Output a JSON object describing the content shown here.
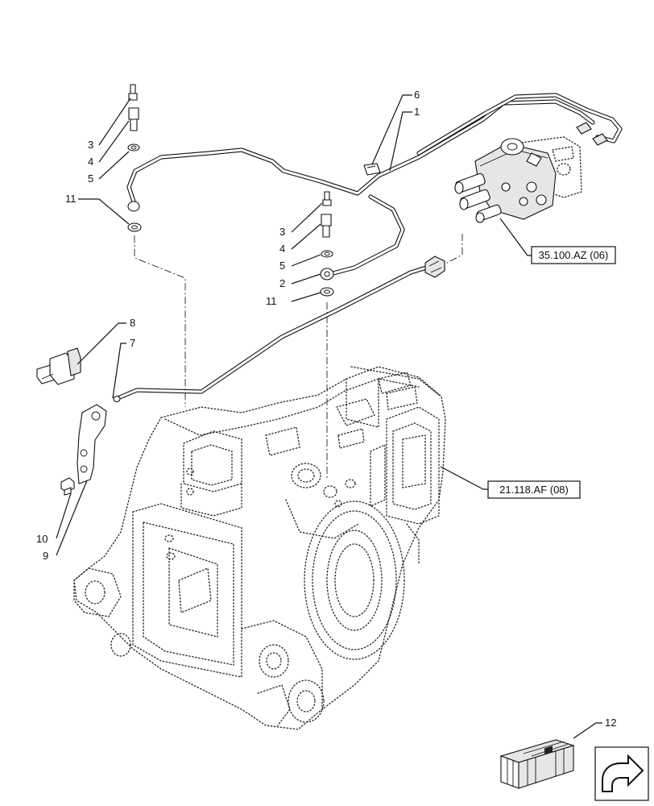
{
  "callouts": [
    {
      "id": "c3a",
      "label": "3"
    },
    {
      "id": "c4a",
      "label": "4"
    },
    {
      "id": "c5a",
      "label": "5"
    },
    {
      "id": "c11a",
      "label": "11"
    },
    {
      "id": "c6",
      "label": "6"
    },
    {
      "id": "c1",
      "label": "1"
    },
    {
      "id": "c3b",
      "label": "3"
    },
    {
      "id": "c4b",
      "label": "4"
    },
    {
      "id": "c5b",
      "label": "5"
    },
    {
      "id": "c2",
      "label": "2"
    },
    {
      "id": "c11b",
      "label": "11"
    },
    {
      "id": "c8",
      "label": "8"
    },
    {
      "id": "c7",
      "label": "7"
    },
    {
      "id": "c10",
      "label": "10"
    },
    {
      "id": "c9",
      "label": "9"
    },
    {
      "id": "c12",
      "label": "12"
    }
  ],
  "references": [
    {
      "id": "ref_valve",
      "label": "35.100.AZ (06)"
    },
    {
      "id": "ref_housing",
      "label": "21.118.AF (08)"
    }
  ],
  "icons": {
    "kit_box": "kit-box-icon",
    "next_page": "next-page-arrow-icon"
  }
}
